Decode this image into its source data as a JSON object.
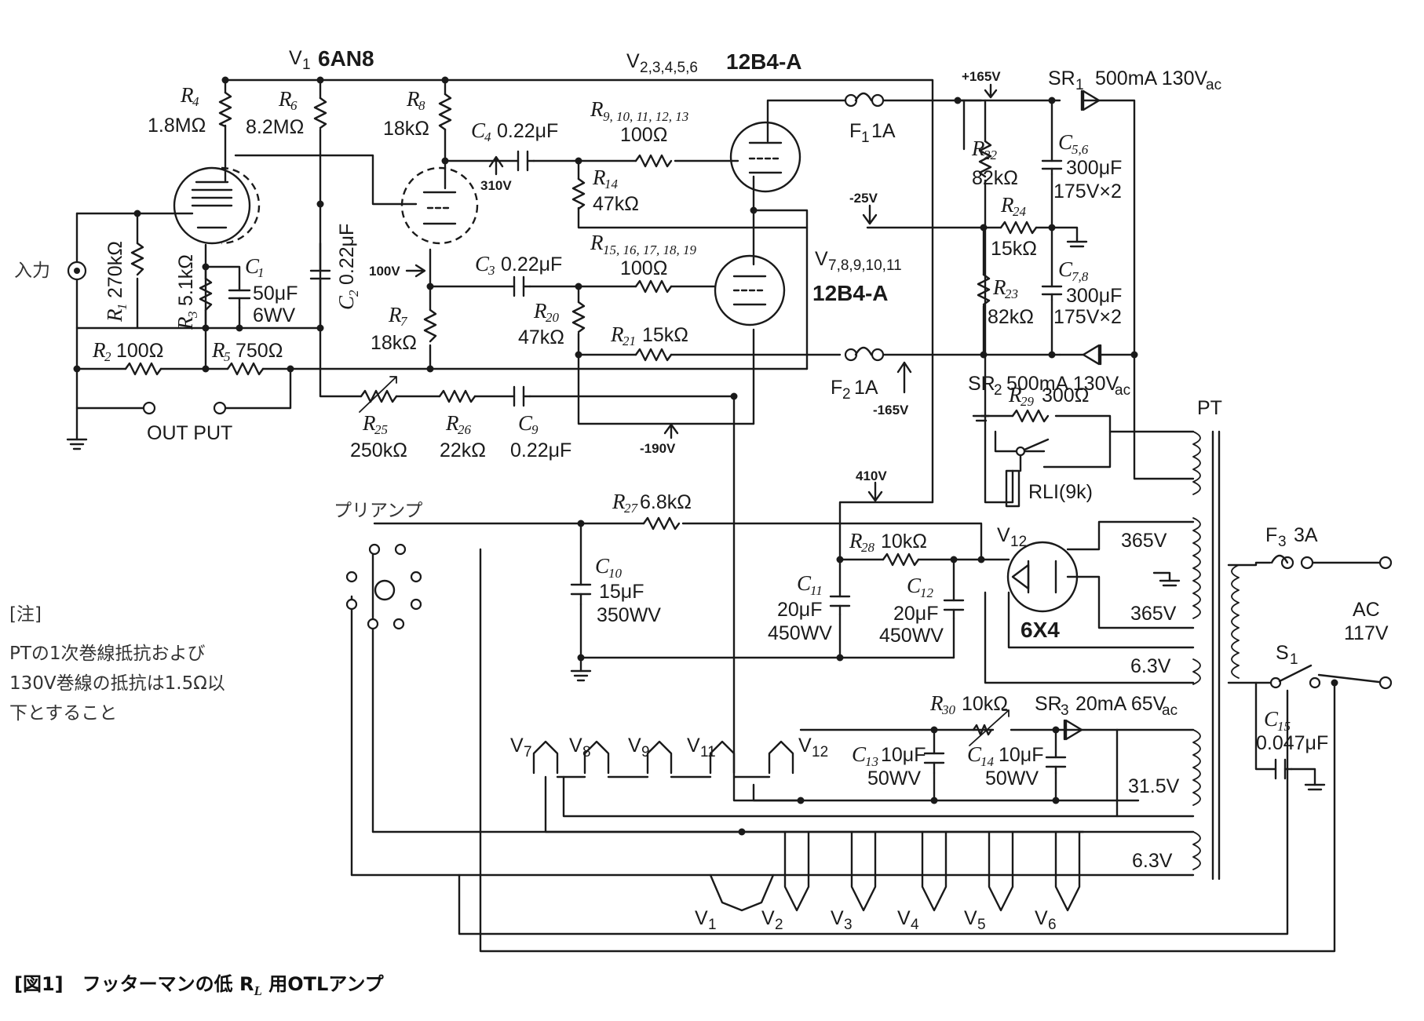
{
  "tubes": {
    "v1": "6AN8",
    "v1_ref": "V",
    "v1_sub": "1",
    "v2_6_ref": "V",
    "v2_6_sub": "2,3,4,5,6",
    "v2_6_type": "12B4-A",
    "v7_11_ref": "V",
    "v7_11_sub": "7,8,9,10,11",
    "v7_11_type": "12B4-A",
    "v12_ref": "V",
    "v12_sub": "12",
    "v12_type": "6X4"
  },
  "resistors": [
    {
      "ref": "R",
      "sub": "4",
      "value": "1.8MΩ"
    },
    {
      "ref": "R",
      "sub": "6",
      "value": "8.2MΩ"
    },
    {
      "ref": "R",
      "sub": "8",
      "value": "18kΩ"
    },
    {
      "ref": "R",
      "sub": "1",
      "value": "270kΩ"
    },
    {
      "ref": "R",
      "sub": "3",
      "value": "5.1kΩ"
    },
    {
      "ref": "R",
      "sub": "2",
      "value": "100Ω"
    },
    {
      "ref": "R",
      "sub": "5",
      "value": "750Ω"
    },
    {
      "ref": "R",
      "sub": "7",
      "value": "18kΩ"
    },
    {
      "ref": "R",
      "sub": "9, 10, 11, 12, 13",
      "value": "100Ω"
    },
    {
      "ref": "R",
      "sub": "14",
      "value": "47kΩ"
    },
    {
      "ref": "R",
      "sub": "15, 16, 17, 18, 19",
      "value": "100Ω"
    },
    {
      "ref": "R",
      "sub": "20",
      "value": "47kΩ"
    },
    {
      "ref": "R",
      "sub": "21",
      "value": "15kΩ"
    },
    {
      "ref": "R",
      "sub": "22",
      "value": "82kΩ"
    },
    {
      "ref": "R",
      "sub": "24",
      "value": "15kΩ"
    },
    {
      "ref": "R",
      "sub": "23",
      "value": "82kΩ"
    },
    {
      "ref": "R",
      "sub": "25",
      "value": "250kΩ"
    },
    {
      "ref": "R",
      "sub": "26",
      "value": "22kΩ"
    },
    {
      "ref": "R",
      "sub": "27",
      "value": "6.8kΩ"
    },
    {
      "ref": "R",
      "sub": "28",
      "value": "10kΩ"
    },
    {
      "ref": "R",
      "sub": "29",
      "value": "300Ω"
    },
    {
      "ref": "R",
      "sub": "30",
      "value": "10kΩ"
    }
  ],
  "capacitors": [
    {
      "ref": "C",
      "sub": "4",
      "value": "0.22μF"
    },
    {
      "ref": "C",
      "sub": "1",
      "value": "50μF",
      "value2": "6WV"
    },
    {
      "ref": "C",
      "sub": "2",
      "value": "0.22μF"
    },
    {
      "ref": "C",
      "sub": "3",
      "value": "0.22μF"
    },
    {
      "ref": "C",
      "sub": "9",
      "value": "0.22μF"
    },
    {
      "ref": "C",
      "sub": "5,6",
      "value": "300μF",
      "value2": "175V×2"
    },
    {
      "ref": "C",
      "sub": "7,8",
      "value": "300μF",
      "value2": "175V×2"
    },
    {
      "ref": "C",
      "sub": "10",
      "value": "15μF",
      "value2": "350WV"
    },
    {
      "ref": "C",
      "sub": "11",
      "value": "20μF",
      "value2": "450WV"
    },
    {
      "ref": "C",
      "sub": "12",
      "value": "20μF",
      "value2": "450WV"
    },
    {
      "ref": "C",
      "sub": "13",
      "value": "10μF",
      "value2": "50WV"
    },
    {
      "ref": "C",
      "sub": "14",
      "value": "10μF",
      "value2": "50WV"
    },
    {
      "ref": "C",
      "sub": "15",
      "value": "0.047μF"
    }
  ],
  "rectifiers": {
    "sr1": {
      "ref": "SR",
      "sub": "1",
      "value": "500mA 130V",
      "suffix": "ac"
    },
    "sr2": {
      "ref": "SR",
      "sub": "2",
      "value": "500mA 130V",
      "suffix": "ac"
    },
    "sr3": {
      "ref": "SR",
      "sub": "3",
      "value": "20mA 65V",
      "suffix": "ac"
    }
  },
  "fuses": {
    "f1": {
      "ref": "F",
      "sub": "1",
      "value": "1A"
    },
    "f2": {
      "ref": "F",
      "sub": "2",
      "value": "1A"
    },
    "f3": {
      "ref": "F",
      "sub": "3",
      "value": "3A"
    }
  },
  "voltages": {
    "v165p": "+165V",
    "v25n": "-25V",
    "v310": "310V",
    "v100": "100V",
    "v165n": "-165V",
    "v190n": "-190V",
    "v410": "410V"
  },
  "transformer": {
    "label": "PT",
    "w365a": "365V",
    "w365b": "365V",
    "w63a": "6.3V",
    "w315": "31.5V",
    "w63b": "6.3V"
  },
  "relay": "RLI(9k)",
  "switch": {
    "ref": "S",
    "sub": "1"
  },
  "ac_in": {
    "line1": "AC",
    "line2": "117V"
  },
  "io": {
    "input": "入力",
    "output": "OUT PUT",
    "preamp": "プリアンプ"
  },
  "heaters": {
    "v7": "V",
    "v7s": "7",
    "v8": "V",
    "v8s": "8",
    "v9": "V",
    "v9s": "9",
    "v11": "V",
    "v11s": "11",
    "v12": "V",
    "v12s": "12",
    "h1": "V",
    "h1s": "1",
    "h2": "V",
    "h2s": "2",
    "h3": "V",
    "h3s": "3",
    "h4": "V",
    "h4s": "4",
    "h5": "V",
    "h5s": "5",
    "h6": "V",
    "h6s": "6"
  },
  "note": {
    "head": "[注]",
    "line1": "PTの1次巻線抵抗および",
    "line2": "130V巻線の抵抗は1.5Ω以",
    "line3": "下とすること"
  },
  "caption": "[図1]　フッターマンの低 R",
  "caption_sub": "L",
  "caption_tail": " 用OTLアンプ"
}
